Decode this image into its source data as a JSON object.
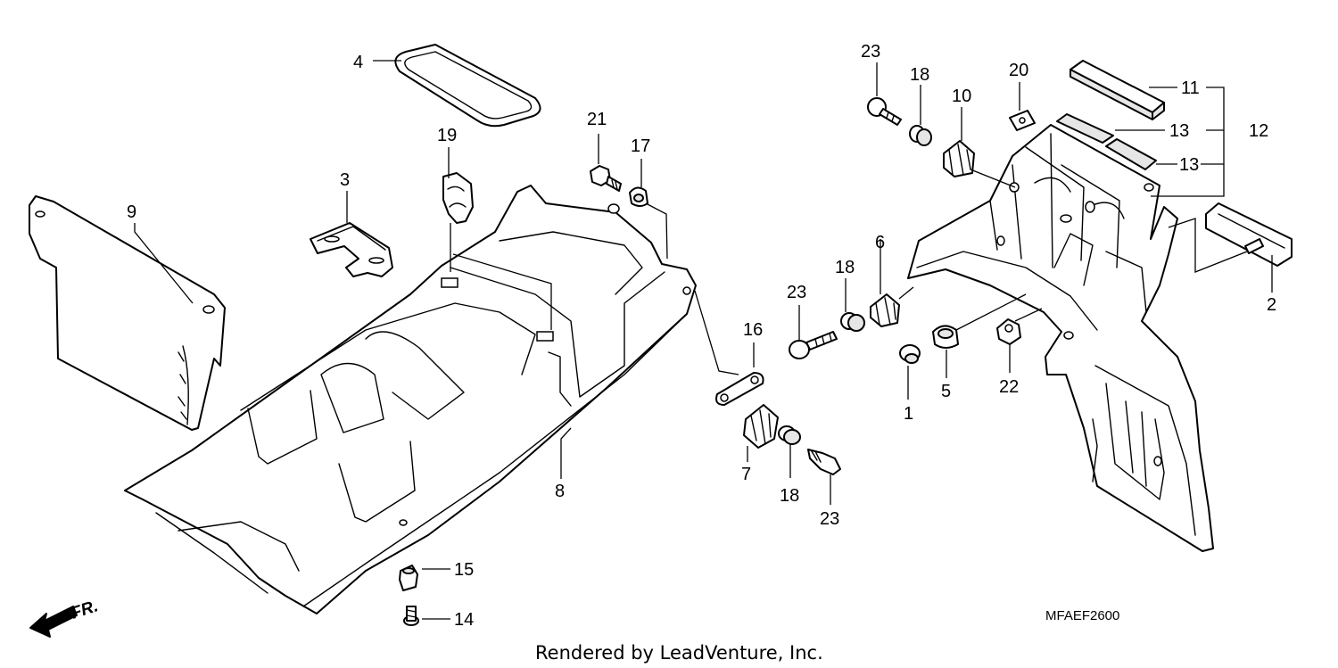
{
  "diagram": {
    "code": "MFAEF2600",
    "credit": "Rendered by LeadVenture, Inc.",
    "front_label": "FR.",
    "callouts": [
      "1",
      "2",
      "3",
      "4",
      "5",
      "6",
      "7",
      "8",
      "9",
      "10",
      "11",
      "12",
      "13",
      "13",
      "14",
      "15",
      "16",
      "17",
      "18",
      "18",
      "18",
      "19",
      "20",
      "21",
      "22",
      "23",
      "23",
      "23"
    ]
  },
  "colors": {
    "line": "#000000",
    "background": "#ffffff",
    "fill": "#e6e6e6"
  }
}
